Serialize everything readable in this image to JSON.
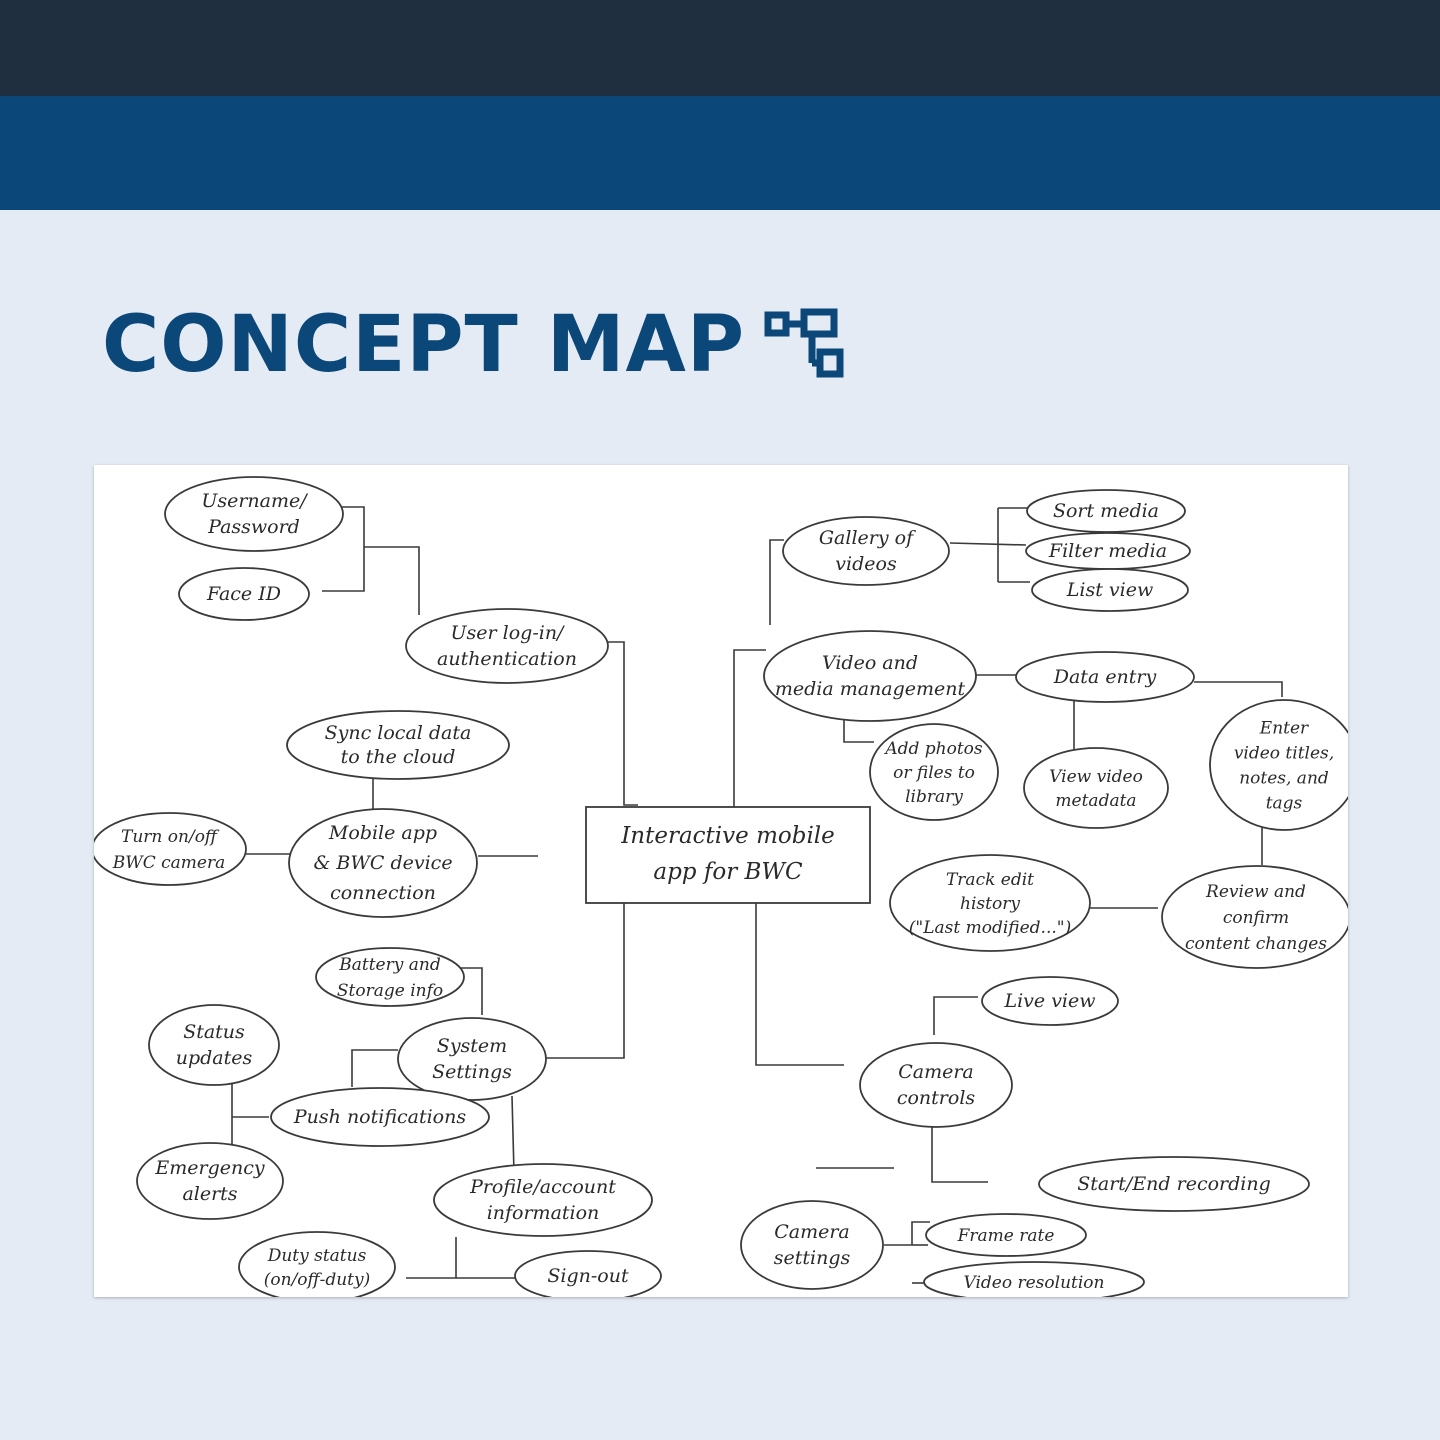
{
  "page": {
    "title": "CONCEPT MAP",
    "title_icon": "hierarchy-diagram-icon",
    "colors": {
      "top_bar": "#1f2f3f",
      "band": "#0b4778",
      "background": "#e4ebf4",
      "title": "#0b4778"
    }
  },
  "concept_map": {
    "center": {
      "lines": [
        "Interactive mobile",
        "app for BWC"
      ]
    },
    "nodes": {
      "username": {
        "lines": [
          "Username/",
          "Password"
        ]
      },
      "face_id": {
        "lines": [
          "Face ID"
        ]
      },
      "login": {
        "lines": [
          "User log-in/",
          "authentication"
        ]
      },
      "sync": {
        "lines": [
          "Sync local data",
          "to the cloud"
        ]
      },
      "turn_on": {
        "lines": [
          "Turn on/off",
          "BWC camera"
        ]
      },
      "connection": {
        "lines": [
          "Mobile app",
          "& BWC device",
          "connection"
        ]
      },
      "battery": {
        "lines": [
          "Battery and",
          "Storage info"
        ]
      },
      "system": {
        "lines": [
          "System",
          "Settings"
        ]
      },
      "status": {
        "lines": [
          "Status",
          "updates"
        ]
      },
      "push": {
        "lines": [
          "Push notifications"
        ]
      },
      "emergency": {
        "lines": [
          "Emergency",
          "alerts"
        ]
      },
      "profile": {
        "lines": [
          "Profile/account",
          "information"
        ]
      },
      "duty": {
        "lines": [
          "Duty status",
          "(on/off-duty)"
        ]
      },
      "signout": {
        "lines": [
          "Sign-out"
        ]
      },
      "gallery": {
        "lines": [
          "Gallery of",
          "videos"
        ]
      },
      "sort": {
        "lines": [
          "Sort media"
        ]
      },
      "filter": {
        "lines": [
          "Filter media"
        ]
      },
      "list": {
        "lines": [
          "List view"
        ]
      },
      "video_mgmt": {
        "lines": [
          "Video and",
          "media management"
        ]
      },
      "data_entry": {
        "lines": [
          "Data entry"
        ]
      },
      "add_photos": {
        "lines": [
          "Add photos",
          "or files to",
          "library"
        ]
      },
      "metadata": {
        "lines": [
          "View video",
          "metadata"
        ]
      },
      "enter_titles": {
        "lines": [
          "Enter",
          "video titles,",
          "notes, and",
          "tags"
        ]
      },
      "track_edit": {
        "lines": [
          "Track edit",
          "history",
          "(\"Last modified...\")"
        ]
      },
      "review": {
        "lines": [
          "Review and",
          "confirm",
          "content changes"
        ]
      },
      "live_view": {
        "lines": [
          "Live view"
        ]
      },
      "camera_controls": {
        "lines": [
          "Camera",
          "controls"
        ]
      },
      "start_end": {
        "lines": [
          "Start/End recording"
        ]
      },
      "camera_settings": {
        "lines": [
          "Camera",
          "settings"
        ]
      },
      "frame_rate": {
        "lines": [
          "Frame rate"
        ]
      },
      "resolution": {
        "lines": [
          "Video resolution"
        ]
      }
    }
  }
}
